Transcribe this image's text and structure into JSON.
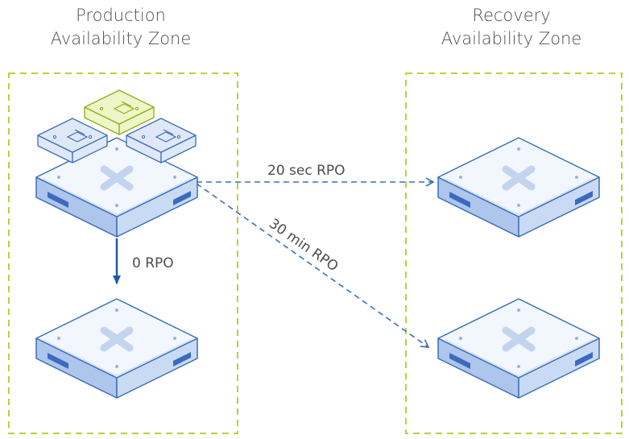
{
  "zones": {
    "production": {
      "line1": "Production",
      "line2": "Availability Zone"
    },
    "recovery": {
      "line1": "Recovery",
      "line2": "Availability Zone"
    }
  },
  "links": {
    "sync": "0 RPO",
    "near_sync": "20 sec RPO",
    "async": "30 min RPO"
  },
  "icons": {
    "server": "nutanix-server-icon",
    "vm": "vm-icon"
  },
  "colors": {
    "zone_border": "#b5d33a",
    "server_top": "#f2f6fd",
    "server_side": "#aec5ec",
    "server_dark": "#3a6bc0",
    "server_outline": "#3c6fb8",
    "vm_blue": "#dfe8f7",
    "vm_green": "#eef5c6",
    "vm_green_outline": "#8dae1f",
    "arrow_solid": "#1f5ba8",
    "arrow_dashed": "#3d6fb6",
    "text": "#4d4d4d"
  }
}
